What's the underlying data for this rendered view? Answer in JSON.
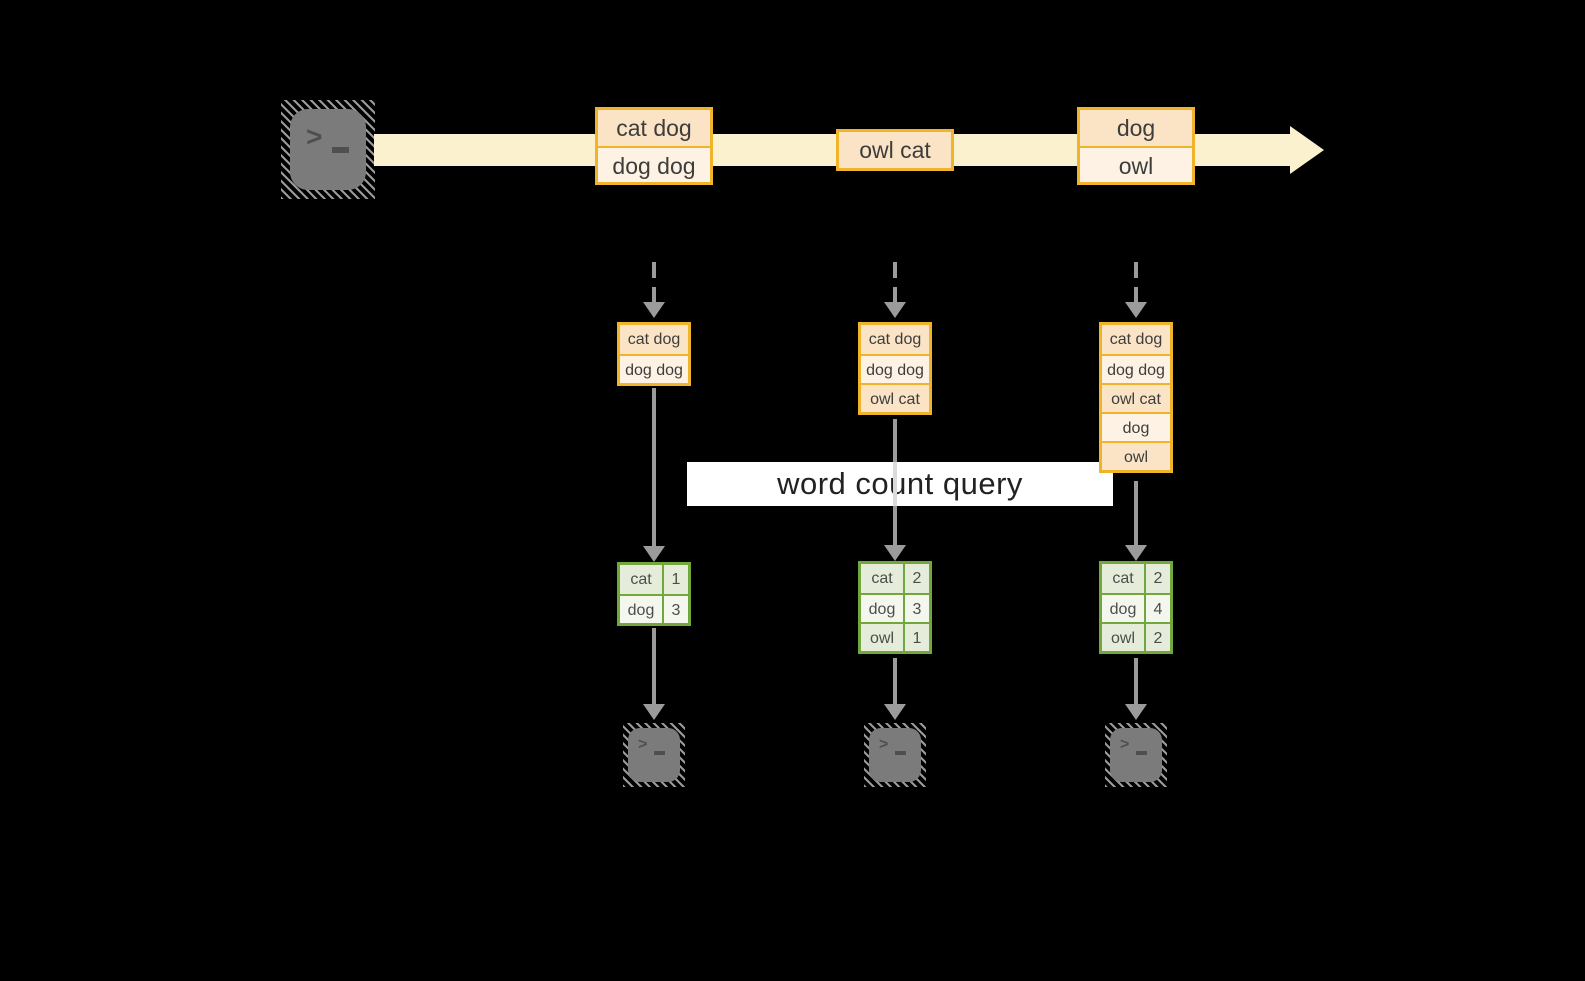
{
  "query": {
    "label": "word count query"
  },
  "stream": {
    "events": [
      {
        "lines": [
          "cat dog",
          "dog dog"
        ]
      },
      {
        "lines": [
          "owl cat"
        ]
      },
      {
        "lines": [
          "dog",
          "owl"
        ]
      }
    ]
  },
  "columns": [
    {
      "buffer": [
        "cat dog",
        "dog dog"
      ],
      "counts": [
        {
          "word": "cat",
          "n": "1"
        },
        {
          "word": "dog",
          "n": "3"
        }
      ]
    },
    {
      "buffer": [
        "cat dog",
        "dog dog",
        "owl cat"
      ],
      "counts": [
        {
          "word": "cat",
          "n": "2"
        },
        {
          "word": "dog",
          "n": "3"
        },
        {
          "word": "owl",
          "n": "1"
        }
      ]
    },
    {
      "buffer": [
        "cat dog",
        "dog dog",
        "owl cat",
        "dog",
        "owl"
      ],
      "counts": [
        {
          "word": "cat",
          "n": "2"
        },
        {
          "word": "dog",
          "n": "4"
        },
        {
          "word": "owl",
          "n": "2"
        }
      ]
    }
  ],
  "icons": {
    "source": "terminal-icon",
    "sink": "terminal-icon",
    "prompt_glyph": ">"
  },
  "colors": {
    "stream_band": "#FBF1CF",
    "event_border": "#F0B42A",
    "event_fill_dark": "#FAE4C5",
    "event_fill_light": "#FDF2E3",
    "table_border": "#71A83C",
    "table_fill_dark": "#E5EDDA",
    "table_fill_light": "#F4F7EE",
    "connector_gray": "#9B9B9B"
  }
}
